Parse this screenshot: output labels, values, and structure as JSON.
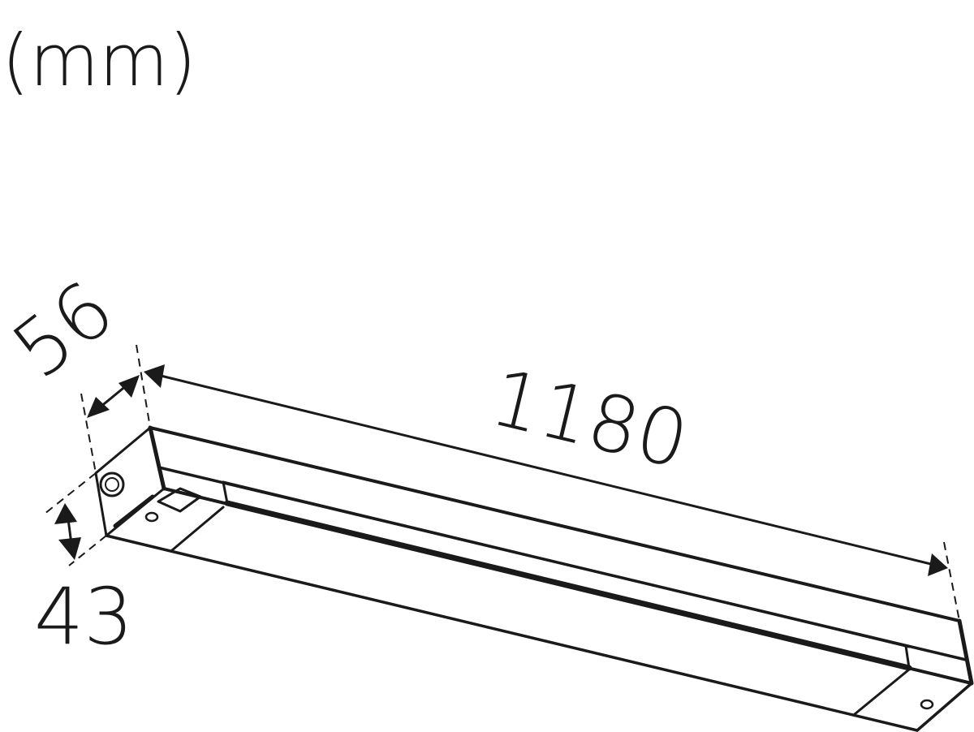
{
  "units_label": "(mm)",
  "dimensions": {
    "length": "1180",
    "width": "56",
    "height": "43"
  },
  "colors": {
    "line": "#1a1a1a",
    "background": "#ffffff"
  }
}
